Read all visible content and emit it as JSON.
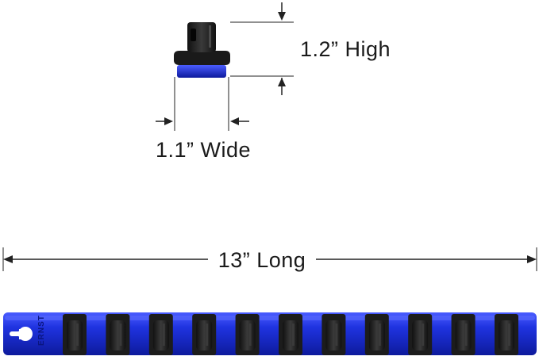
{
  "dimensions": {
    "height_label": "1.2” High",
    "width_label": "1.1” Wide",
    "length_label": "13” Long"
  },
  "rail": {
    "brand": "ERNST",
    "clip_count": 11,
    "colors": {
      "rail": "#1f33e0",
      "rail_dark": "#0d1a9c",
      "rail_light": "#4a5cff",
      "clip": "#1c1c1c",
      "clip_highlight": "#3a3a3a"
    }
  }
}
